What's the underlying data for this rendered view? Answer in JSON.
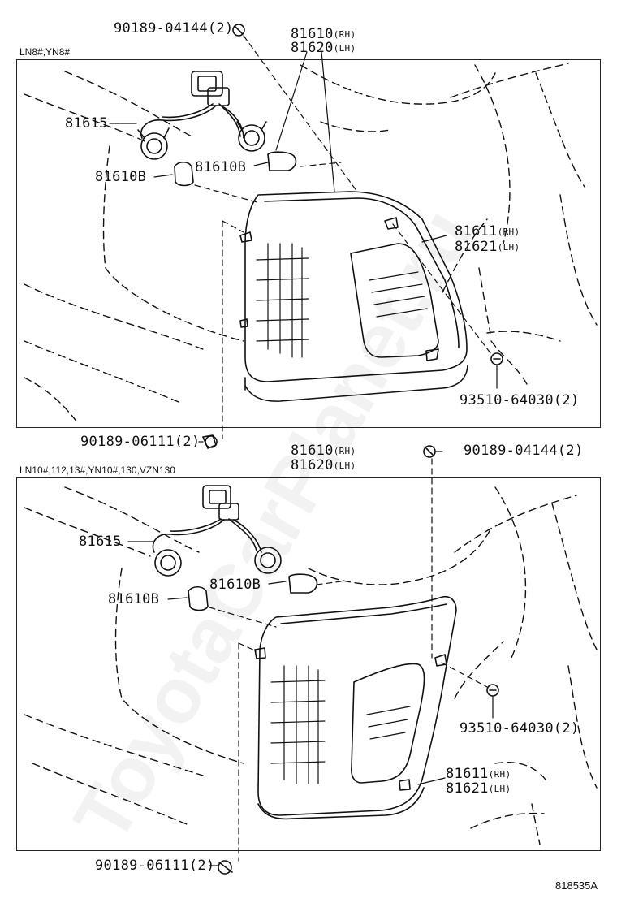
{
  "colors": {
    "line": "#111111",
    "background": "#ffffff",
    "watermark": "rgba(0,0,0,0.05)"
  },
  "watermark": "ToyotaCarPlanet.ru",
  "figure_code": "818535A",
  "panels": [
    {
      "condition": "LN8#,YN8#",
      "labels": {
        "bolt_top": "90189-04144(2)",
        "lamp_rh": "81610",
        "lamp_rh_tag": "(RH)",
        "lamp_lh": "81620",
        "lamp_lh_tag": "(LH)",
        "socket": "81615",
        "bulb_left": "81610B",
        "bulb_right": "81610B",
        "lens_rh": "81611",
        "lens_rh_tag": "(RH)",
        "lens_lh": "81621",
        "lens_lh_tag": "(LH)",
        "screw": "93510-64030(2)",
        "bolt_bottom": "90189-06111(2)"
      }
    },
    {
      "condition": "LN10#,112,13#,YN10#,130,VZN130",
      "labels": {
        "bolt_top": "90189-04144(2)",
        "lamp_rh": "81610",
        "lamp_rh_tag": "(RH)",
        "lamp_lh": "81620",
        "lamp_lh_tag": "(LH)",
        "socket": "81615",
        "bulb_left": "81610B",
        "bulb_right": "81610B",
        "lens_rh": "81611",
        "lens_rh_tag": "(RH)",
        "lens_lh": "81621",
        "lens_lh_tag": "(LH)",
        "screw": "93510-64030(2)",
        "bolt_bottom": "90189-06111(2)"
      }
    }
  ]
}
